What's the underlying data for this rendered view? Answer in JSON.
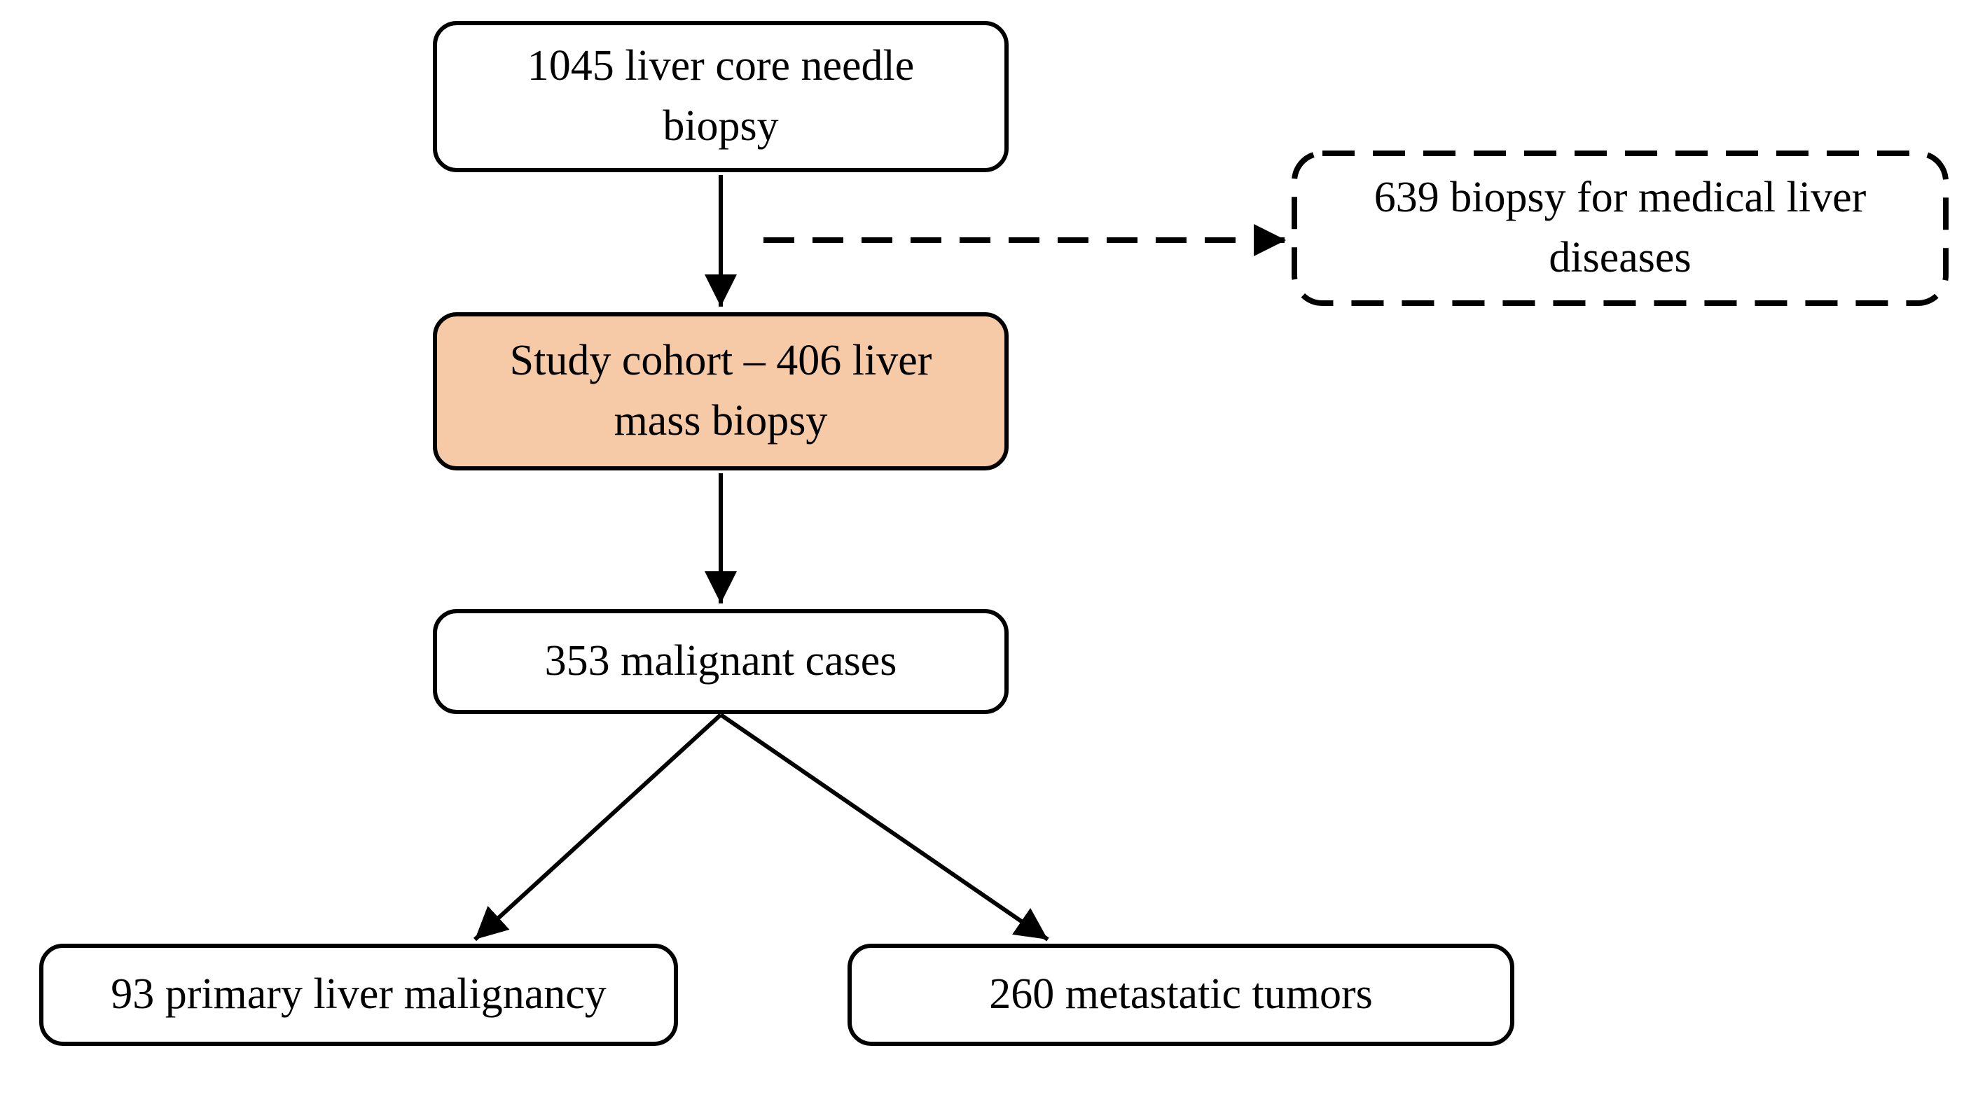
{
  "colors": {
    "highlight_fill": "#F6C9A7",
    "line": "#000000",
    "background": "#FFFFFF",
    "text": "#000000"
  },
  "nodes": {
    "total": {
      "label": "1045 liver core needle biopsy"
    },
    "excluded": {
      "label": "639 biopsy for medical liver diseases"
    },
    "cohort": {
      "label": "Study cohort – 406 liver mass biopsy"
    },
    "malignant": {
      "label": "353 malignant cases"
    },
    "primary": {
      "label": "93 primary liver malignancy"
    },
    "metastatic": {
      "label": "260 metastatic tumors"
    }
  },
  "edges": [
    {
      "from": "total",
      "to": "cohort",
      "style": "solid-arrow"
    },
    {
      "from": "total",
      "to": "excluded",
      "style": "dashed-arrow"
    },
    {
      "from": "cohort",
      "to": "malignant",
      "style": "solid-arrow"
    },
    {
      "from": "malignant",
      "to": "primary",
      "style": "solid-arrow"
    },
    {
      "from": "malignant",
      "to": "metastatic",
      "style": "solid-arrow"
    }
  ]
}
